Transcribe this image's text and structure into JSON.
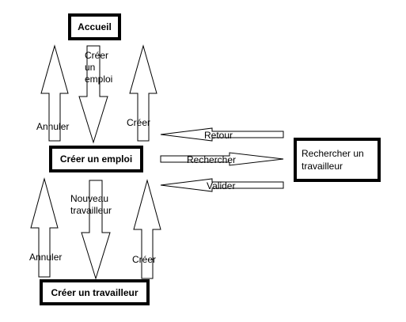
{
  "nodes": {
    "accueil": "Accueil",
    "creer_emploi": "Créer un emploi",
    "creer_travailleur": "Créer un travailleur",
    "rechercher_travailleur": "Rechercher un travailleur"
  },
  "labels": {
    "creer_un_emploi": [
      "Créer",
      "un",
      "emploi"
    ],
    "annuler_top": "Annuler",
    "creer_top": "Créer",
    "retour": "Retour",
    "rechercher": "Rechercher",
    "valider": "Valider",
    "nouveau_travailleur": [
      "Nouveau",
      "travailleur"
    ],
    "annuler_bottom": "Annuler",
    "creer_bottom": "Créer"
  }
}
